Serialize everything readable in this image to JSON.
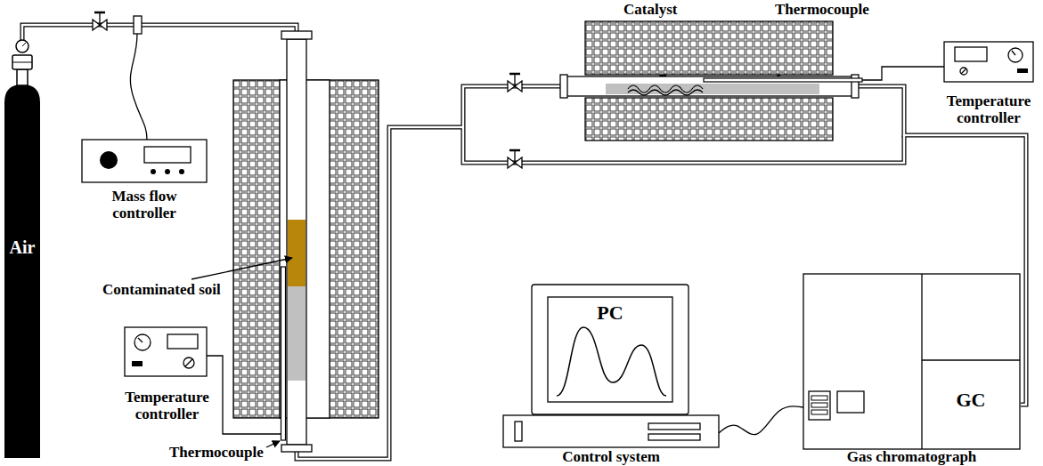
{
  "diagram": {
    "nodes": [
      {
        "text": [
          "Air"
        ]
      },
      {
        "text": [
          "Mass flow controller"
        ]
      },
      {
        "text": [
          "Temperature controller"
        ]
      },
      {
        "text": [
          "Temperature controller"
        ]
      },
      {
        "text": [
          "PC",
          "Control system"
        ]
      },
      {
        "text": [
          "GC",
          "Gas chromatograph"
        ]
      }
    ],
    "edges": [
      {
        "from": 4,
        "to": 5,
        "arrow": "none"
      }
    ],
    "labels": [
      "Contaminated soil",
      "Thermocouple",
      "Catalyst",
      "Thermocouple"
    ]
  }
}
